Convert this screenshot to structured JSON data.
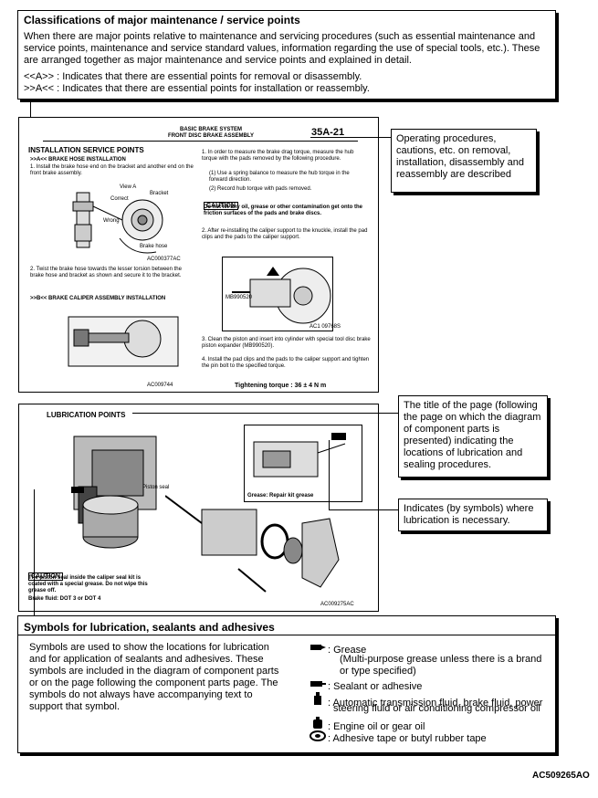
{
  "classifications": {
    "title": "Classifications of major maintenance / service points",
    "body": "When there are major points relative to maintenance and servicing procedures (such as essential maintenance and service points, maintenance and service standard values, information regarding the use of special tools, etc.). These are arranged together as major maintenance and service points and explained in detail.",
    "line_a1": "<<A>> : Indicates that there are essential points for removal or disassembly.",
    "line_a2": ">>A<< : Indicates that there are essential points for installation or reassembly."
  },
  "doc1": {
    "header_title": "BASIC BRAKE SYSTEM",
    "header_subtitle": "FRONT DISC BRAKE ASSEMBLY",
    "page_no": "35A-21",
    "section_title": "INSTALLATION SERVICE POINTS",
    "subsection": ">>A<< BRAKE HOSE INSTALLATION",
    "step1": "1. Install the brake hose end on the bracket and another end on the front brake assembly.",
    "fig1_labels": [
      "View A",
      "Bracket",
      "Correct",
      "Wrong",
      "Brake hose"
    ],
    "fig1_code": "AC000377AC",
    "step2": "2. Twist the brake hose towards the lesser torsion between the brake hose and bracket as shown and secure it to the bracket.",
    "subsection2": ">>B<< BRAKE CALIPER ASSEMBLY INSTALLATION",
    "fig2_code": "AC009744",
    "r_step1": "1. In order to measure the brake drag torque, measure the hub torque with the pads removed by the following procedure.",
    "r_step1_1": "(1) Use a spring balance to measure the hub torque in the forward direction.",
    "r_step1_2": "(2) Record hub torque with pads removed.",
    "caution_label": "CAUTION",
    "caution_text": "Do not let any oil, grease or other contamination get onto the friction surfaces of the pads and brake discs.",
    "r_step2": "2. After re-installing the caliper support to the knuckle, install the pad clips and the pads to the caliper support.",
    "fig3_tool": "MB990520",
    "fig3_code": "AC1 09768S",
    "r_step3": "3. Clean the piston and insert into cylinder with special tool disc brake piston expander (MB990520).",
    "r_step4": "4. Install the pad clips and the pads to the caliper support and tighten the pin bolt to the specified torque.",
    "torque": "Tightening torque : 36 ± 4 N m"
  },
  "callout1": "Operating procedures, cautions, etc. on removal, installation, disassembly and reassembly are described",
  "doc2": {
    "title": "LUBRICATION POINTS",
    "piston_seal": "Piston seal",
    "grease_note": "Grease: Repair kit grease",
    "caution_label": "CAUTION",
    "caution_text": "The piston seal inside the caliper seal kit is coated with a special grease. Do not wipe this grease off.",
    "brake_fluid": "Brake fluid: DOT 3 or DOT 4",
    "fig_code": "AC009275AC"
  },
  "callout2": "The title of the page (following the page on which the diagram of component parts is presented) indicating the locations of lubrication and sealing procedures.",
  "callout3": "Indicates (by symbols) where lubrication is necessary.",
  "symbols": {
    "title": "Symbols for lubrication, sealants and adhesives",
    "body": "Symbols are used to show the locations for lubrication and for application of sealants and adhesives. These symbols are included in the diagram of component parts or on the page following the component parts page. The symbols do not always have accompanying text to support that symbol.",
    "grease": ": Grease",
    "grease_note1": "(Multi-purpose grease unless there is a brand",
    "grease_note2": "or type specified)",
    "sealant": ": Sealant or adhesive",
    "fluid1": ": Automatic transmission fluid, brake fluid, power",
    "fluid2": "steering fluid or air conditioning compressor oil",
    "engine_oil": ": Engine oil or gear oil",
    "tape": ": Adhesive tape or butyl rubber tape",
    "icons": [
      "grease-gun-icon",
      "sealant-tube-icon",
      "fluid-bottle-icon",
      "oil-can-icon",
      "tape-roll-icon"
    ]
  },
  "figure_code": "AC509265AO"
}
